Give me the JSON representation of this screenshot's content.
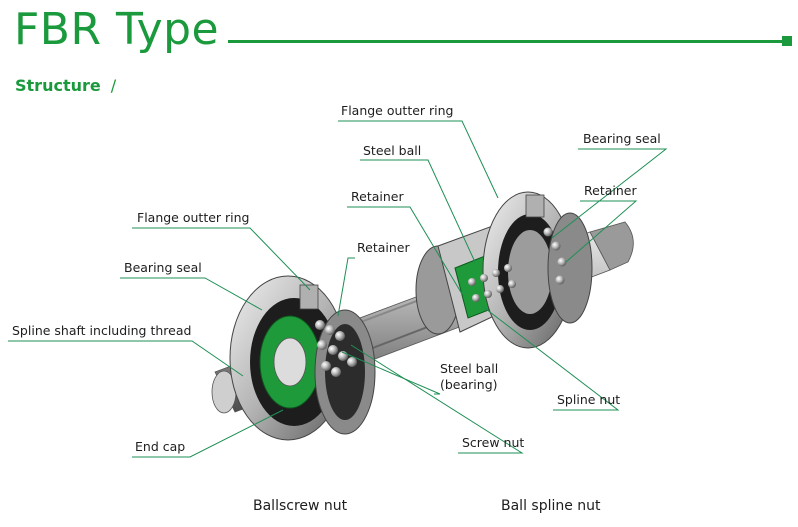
{
  "page": {
    "title": "FBR Type",
    "section_title": "Structure",
    "section_separator": "/"
  },
  "labels": {
    "flange_outer_ring_top": "Flange outter ring",
    "steel_ball_top": "Steel ball",
    "bearing_seal_right": "Bearing seal",
    "retainer_right": "Retainer",
    "retainer_center": "Retainer",
    "flange_outer_ring_left": "Flange outter ring",
    "retainer_left": "Retainer",
    "bearing_seal_left": "Bearing seal",
    "spline_shaft": "Spline shaft including thread",
    "end_cap": "End cap",
    "steel_ball_bearing_line1": "Steel ball",
    "steel_ball_bearing_line2": "(bearing)",
    "spline_nut": "Spline nut",
    "screw_nut": "Screw nut"
  },
  "captions": {
    "ballscrew_nut": "Ballscrew nut",
    "ball_spline_nut": "Ball spline nut"
  },
  "colors": {
    "brand_green": "#1a9a3c",
    "leader_green": "#1f8f55"
  }
}
